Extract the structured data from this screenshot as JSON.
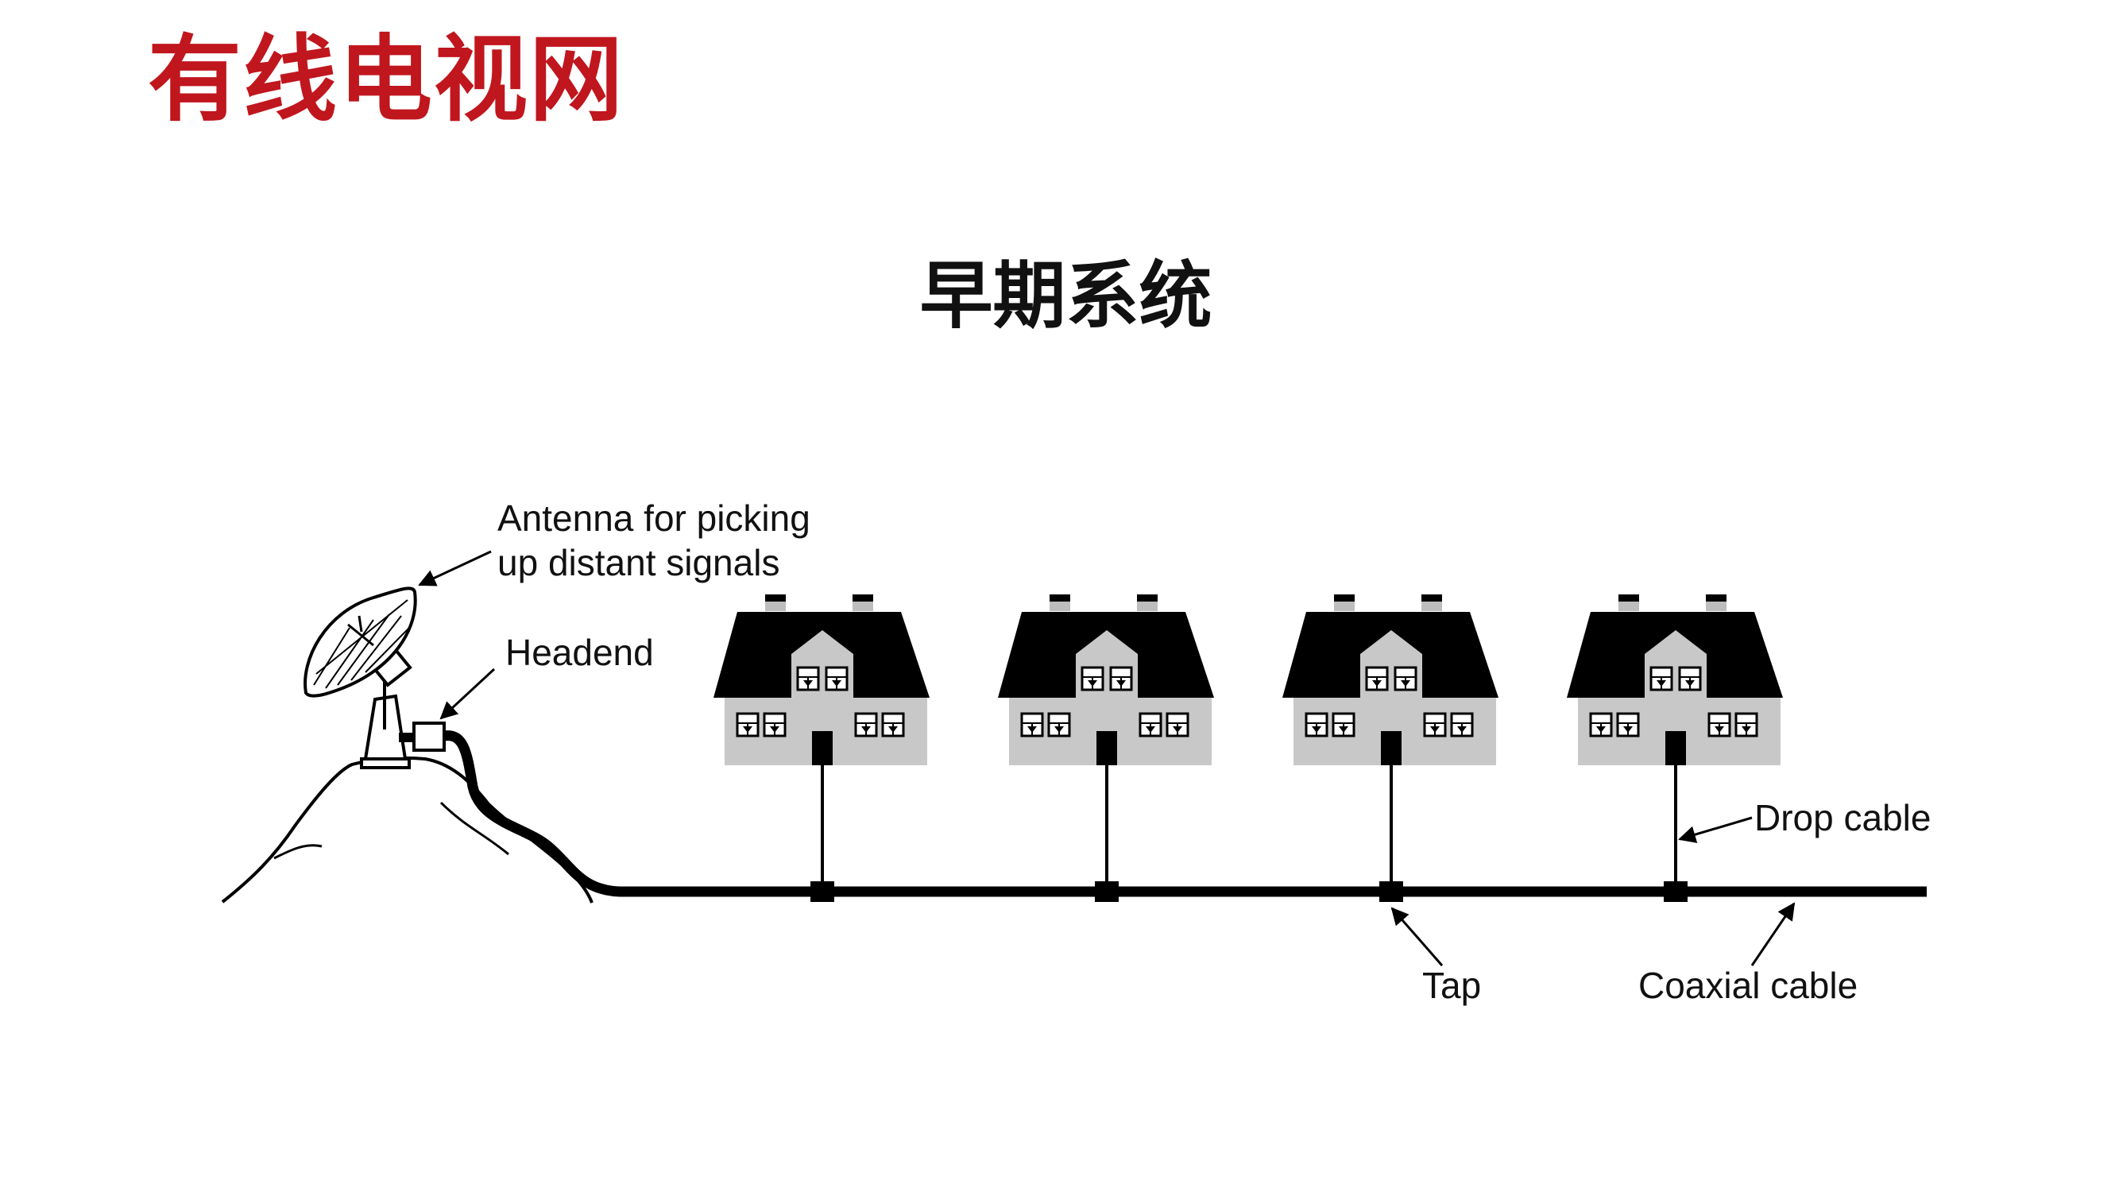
{
  "slide": {
    "title": "有线电视网",
    "subtitle": "早期系统",
    "accent_color": "#c0161e"
  },
  "diagram": {
    "antenna_label_line1": "Antenna for picking",
    "antenna_label_line2": "up distant signals",
    "headend_label": "Headend",
    "drop_cable_label": "Drop cable",
    "tap_label": "Tap",
    "coaxial_cable_label": "Coaxial cable",
    "house_count": 4,
    "icons": [
      "satellite-dish-icon",
      "hill-icon",
      "house-icon"
    ]
  }
}
